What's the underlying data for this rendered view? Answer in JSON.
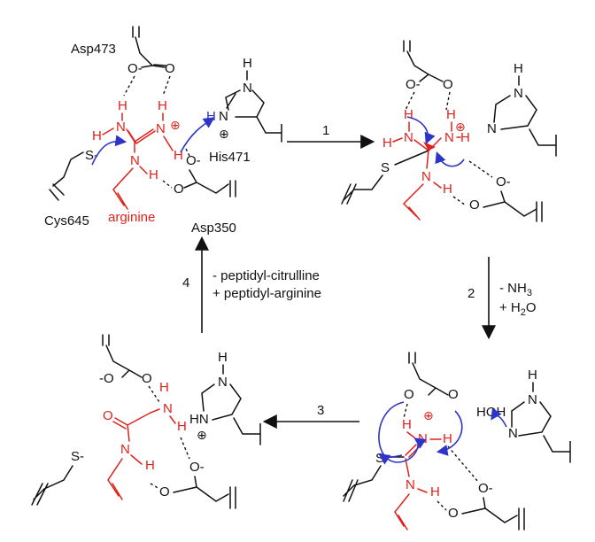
{
  "labels": {
    "asp473": "Asp473",
    "his471": "His471",
    "cys645": "Cys645",
    "arginine": "arginine",
    "asp350": "Asp350"
  },
  "atoms": {
    "H": "H",
    "N": "N",
    "O": "O",
    "S": "S",
    "minus": "-",
    "plus": "⊕",
    "O_minus": "O-",
    "S_minus": "S-",
    "neg_O": "-O",
    "HN": "HN",
    "HOH": "HOH"
  },
  "steps": {
    "step1": "1",
    "step2": "2",
    "step3": "3",
    "step4": "4",
    "step2_line1": "- NH",
    "step2_sub1": "3",
    "step2_line2": "+ H",
    "step2_sub2": "2",
    "step2_tail": "O",
    "step4_line1": "- peptidyl-citrulline",
    "step4_line2": "+ peptidyl-arginine"
  },
  "colors": {
    "bond": "#111111",
    "substrate": "#e0211b",
    "electron_arrow": "#2d34c7"
  }
}
